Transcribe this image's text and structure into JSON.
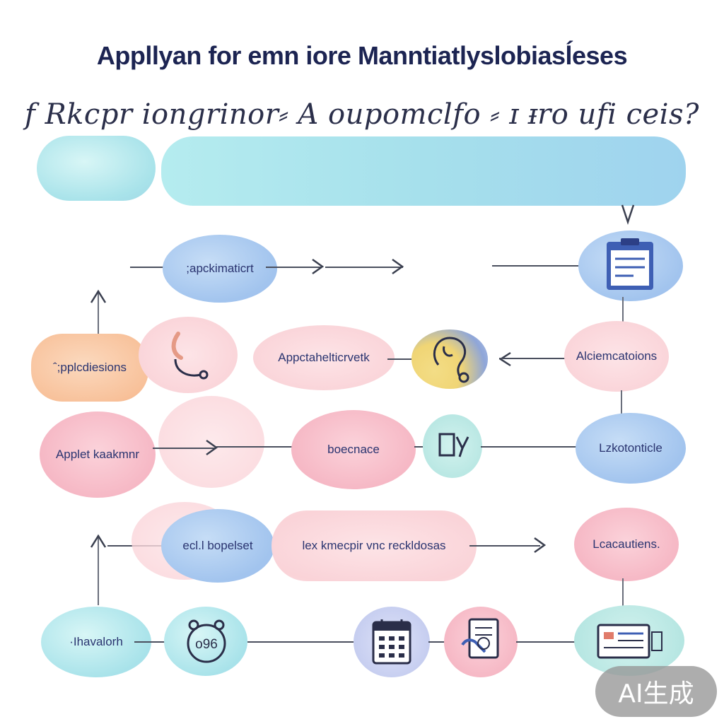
{
  "header": {
    "title": "Appllyan for emn iore Manntiatlyslobiasĺeses",
    "subtitle": "f Rkcpr iongrinor⸗ A oupomclfo ⸗ ɪ ᵻro ufi ceis?"
  },
  "nodes": {
    "top_left_pill": "",
    "top_bar": "",
    "apck": ";apckimaticrt",
    "application_icon": "clipboard-form-icon",
    "applcdiesions": "ˆ;pplcdiesions",
    "stethoscope_icon": "stethoscope-icon",
    "appctahelt": "Appctahelticrvetk",
    "head_icon": "head-care-icon",
    "alciemcatoions": "Alciemcatoions",
    "applet_kaakmnr": "Applet kaakmnr",
    "boecnace": "boecnace",
    "bed_icon": "bed-icon",
    "lzkotonticle": "Lzkotonticle",
    "edl_bopelset": "ecl.l bopelset",
    "lex_kmecpir": "lex kmecpir vnc reckldosas",
    "lcacautiens": "Lcacautiens.",
    "lhavalorh": "·Ihavalorh",
    "face_icon": "face-o96-icon",
    "face_text": "o96",
    "calendar_icon": "calendar-icon",
    "document_icon": "document-hand-icon",
    "id_card_icon": "id-card-icon"
  },
  "watermark": {
    "label": "AI生成"
  },
  "colors": {
    "title": "#1c2452",
    "teal": "#a9e3ea",
    "blue": "#a2c4ee",
    "pink": "#f6b8c5",
    "orange": "#f8c19a",
    "line": "#4a4f5e"
  }
}
